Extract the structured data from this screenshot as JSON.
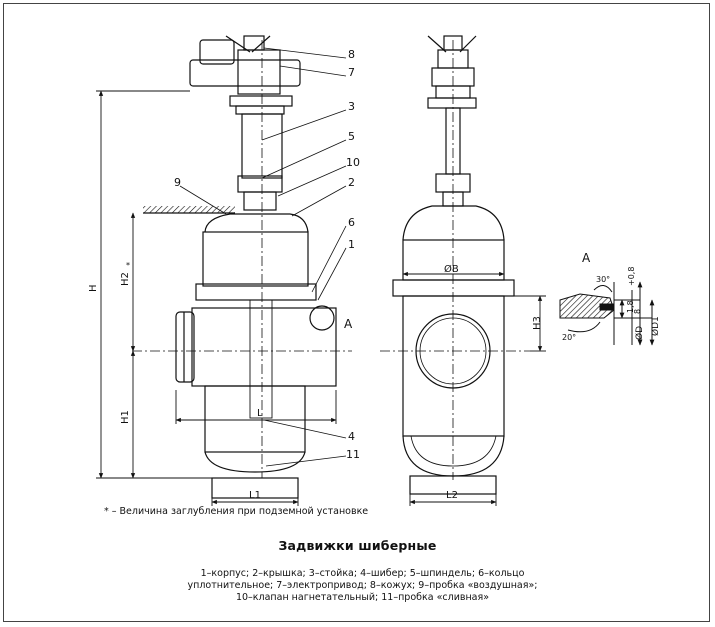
{
  "callouts": [
    "8",
    "7",
    "3",
    "5",
    "10",
    "9",
    "2",
    "6",
    "1",
    "A",
    "4",
    "11"
  ],
  "dimensions": {
    "H": "H",
    "H2": "H2",
    "H2_mark": "*",
    "H1": "H1",
    "L": "L",
    "L1": "L1",
    "L2": "L2",
    "dB": "ØB",
    "H3": "H3",
    "dD": "ØD",
    "dD1": "ØD1"
  },
  "detail": {
    "label": "A",
    "angle1": "30°",
    "angle2": "20°",
    "size1": "1,8",
    "tol": "+0,8",
    "size2": "8"
  },
  "note": "* – Величина заглубления при подземной установке",
  "title": "Задвижки шиберные",
  "legend": [
    "1–корпус; 2–крышка; 3–стойка; 4–шибер; 5–шпиндель; 6–кольцо",
    "уплотнительное; 7–электропривод; 8–кожух; 9–пробка «воздушная»;",
    "10–клапан нагнетательный; 11–пробка «сливная»"
  ]
}
